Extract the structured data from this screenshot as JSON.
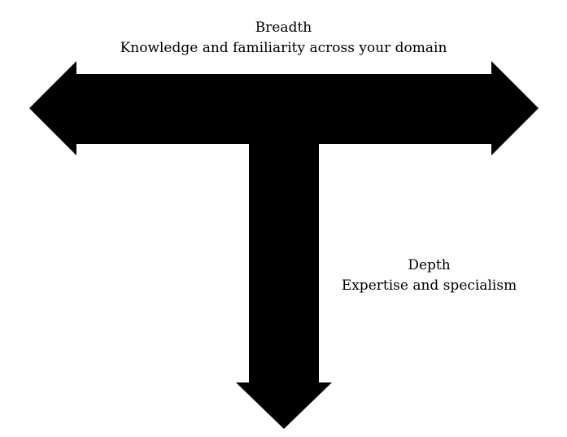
{
  "diagram": {
    "breadth": {
      "title": "Breadth",
      "description": "Knowledge and familiarity across your domain"
    },
    "depth": {
      "title": "Depth",
      "description": "Expertise and specialism"
    },
    "arrow_color": "#000000",
    "background_color": "#ffffff"
  }
}
